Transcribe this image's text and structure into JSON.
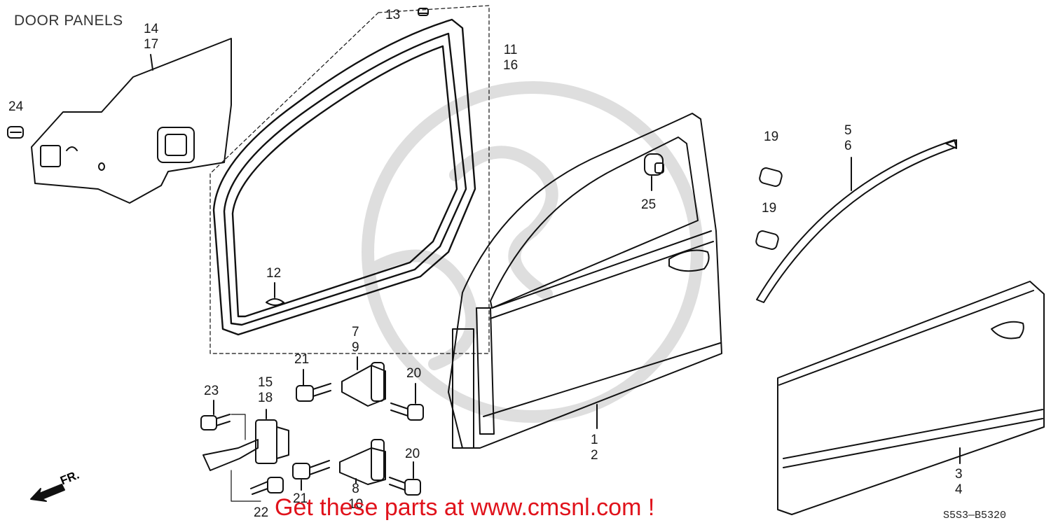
{
  "title": "DOOR PANELS",
  "promo_text": "Get these parts at www.cmsnl.com !",
  "diagram_code": "S5S3—B5320",
  "front_marker": "FR.",
  "accent_color": "#e0121b",
  "labels": {
    "p1": "1",
    "p2": "2",
    "p3": "3",
    "p4": "4",
    "p5": "5",
    "p6": "6",
    "p7": "7",
    "p8": "8",
    "p9": "9",
    "p10": "10",
    "p11": "11",
    "p12": "12",
    "p13": "13",
    "p14": "14",
    "p15": "15",
    "p16": "16",
    "p17": "17",
    "p18": "18",
    "p19a": "19",
    "p19b": "19",
    "p20a": "20",
    "p20b": "20",
    "p21a": "21",
    "p21b": "21",
    "p22": "22",
    "p23": "23",
    "p24": "24",
    "p25": "25"
  }
}
